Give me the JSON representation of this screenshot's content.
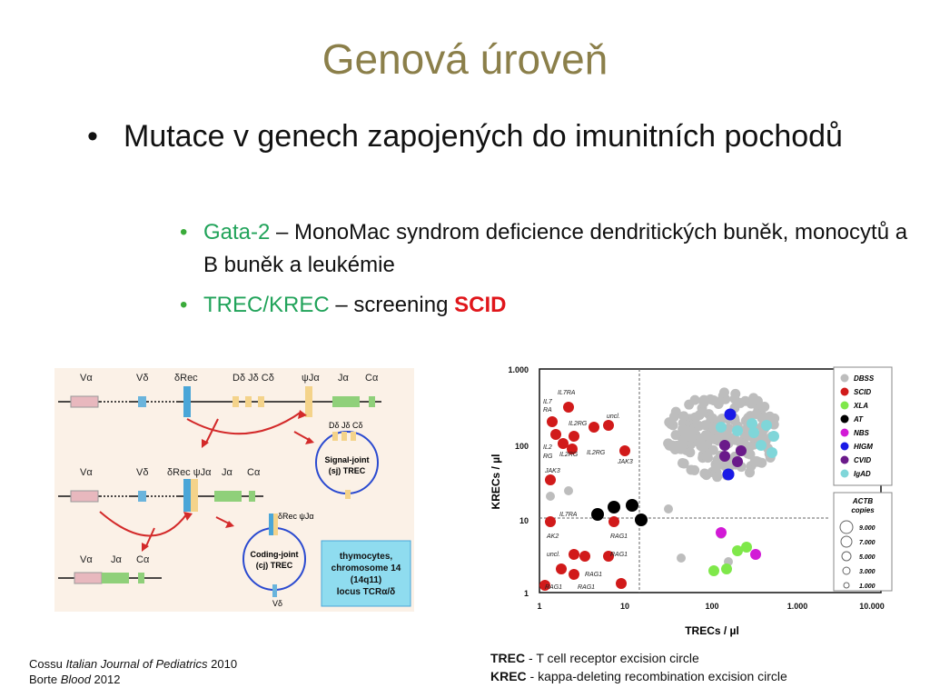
{
  "slide": {
    "title": "Genová úroveň",
    "bullet1": "Mutace v genech zapojených do imunitních pochodů",
    "sub1_term": "Gata-2",
    "sub1_rest": " – MonoMac syndrom deficience dendritických buněk, monocytů a B buněk a leukémie",
    "sub2_term": "TREC/KREC",
    "sub2_mid": " – screening ",
    "sub2_scid": "SCID"
  },
  "figure_left": {
    "row1": [
      "Vα",
      "Vδ",
      "δRec",
      "Dδ Jδ Cδ",
      "ψJα",
      "Jα",
      "Cα"
    ],
    "row2": [
      "Vα",
      "Vδ",
      "δRec ψJα",
      "Jα",
      "Cα"
    ],
    "row3": [
      "Vα",
      "Jα",
      "Cα"
    ],
    "sj_top": "Dδ Jδ Cδ",
    "sj_label": "Signal-joint (sj) TREC",
    "cj_top": "δRec ψJα",
    "cj_label": "Coding-joint (cj) TREC",
    "cj_bottom": "Vδ",
    "box_line1": "thymocytes,",
    "box_line2": "chromosome 14",
    "box_line3": "(14q11)",
    "box_line4": "locus TCRα/δ"
  },
  "figure_right": {
    "ylabel": "KRECs / µl",
    "xlabel": "TRECs / µl",
    "yticks": [
      "1.000",
      "100",
      "10",
      "1"
    ],
    "xticks": [
      "1",
      "10",
      "100",
      "1.000",
      "10.000"
    ],
    "legend": [
      {
        "label": "DBSS",
        "color": "#bdbdbd"
      },
      {
        "label": "SCID",
        "color": "#d11a1a"
      },
      {
        "label": "XLA",
        "color": "#7fe84a"
      },
      {
        "label": "AT",
        "color": "#000000"
      },
      {
        "label": "NBS",
        "color": "#d21ad6"
      },
      {
        "label": "HIGM",
        "color": "#1a1ae6"
      },
      {
        "label": "CVID",
        "color": "#6a1a8a"
      },
      {
        "label": "IgAD",
        "color": "#7fd6d9"
      }
    ],
    "size_legend_title": "ACTB copies",
    "size_legend": [
      "9.000",
      "7.000",
      "5.000",
      "3.000",
      "1.000"
    ],
    "annotations": [
      "IL7RA",
      "IL7 RA",
      "IL2RG",
      "uncl.",
      "IL2 RG",
      "IL2RG",
      "IL2RG",
      "JAK3",
      "JAK3",
      "IL7RA",
      "AK2",
      "RAG1",
      "uncl.",
      "RAG1",
      "RAG1",
      "RAG1",
      "RAG1"
    ]
  },
  "citation": {
    "line1_author": "Cossu ",
    "line1_journal": "Italian Journal of Pediatrics",
    "line1_year": " 2010",
    "line2_author": "Borte ",
    "line2_journal": "Blood",
    "line2_year": " 2012"
  },
  "notes": {
    "trec_term": "TREC",
    "trec_def": " - T cell receptor excision circle",
    "krec_term": "KREC",
    "krec_def": " - kappa-deleting recombination excision circle"
  }
}
